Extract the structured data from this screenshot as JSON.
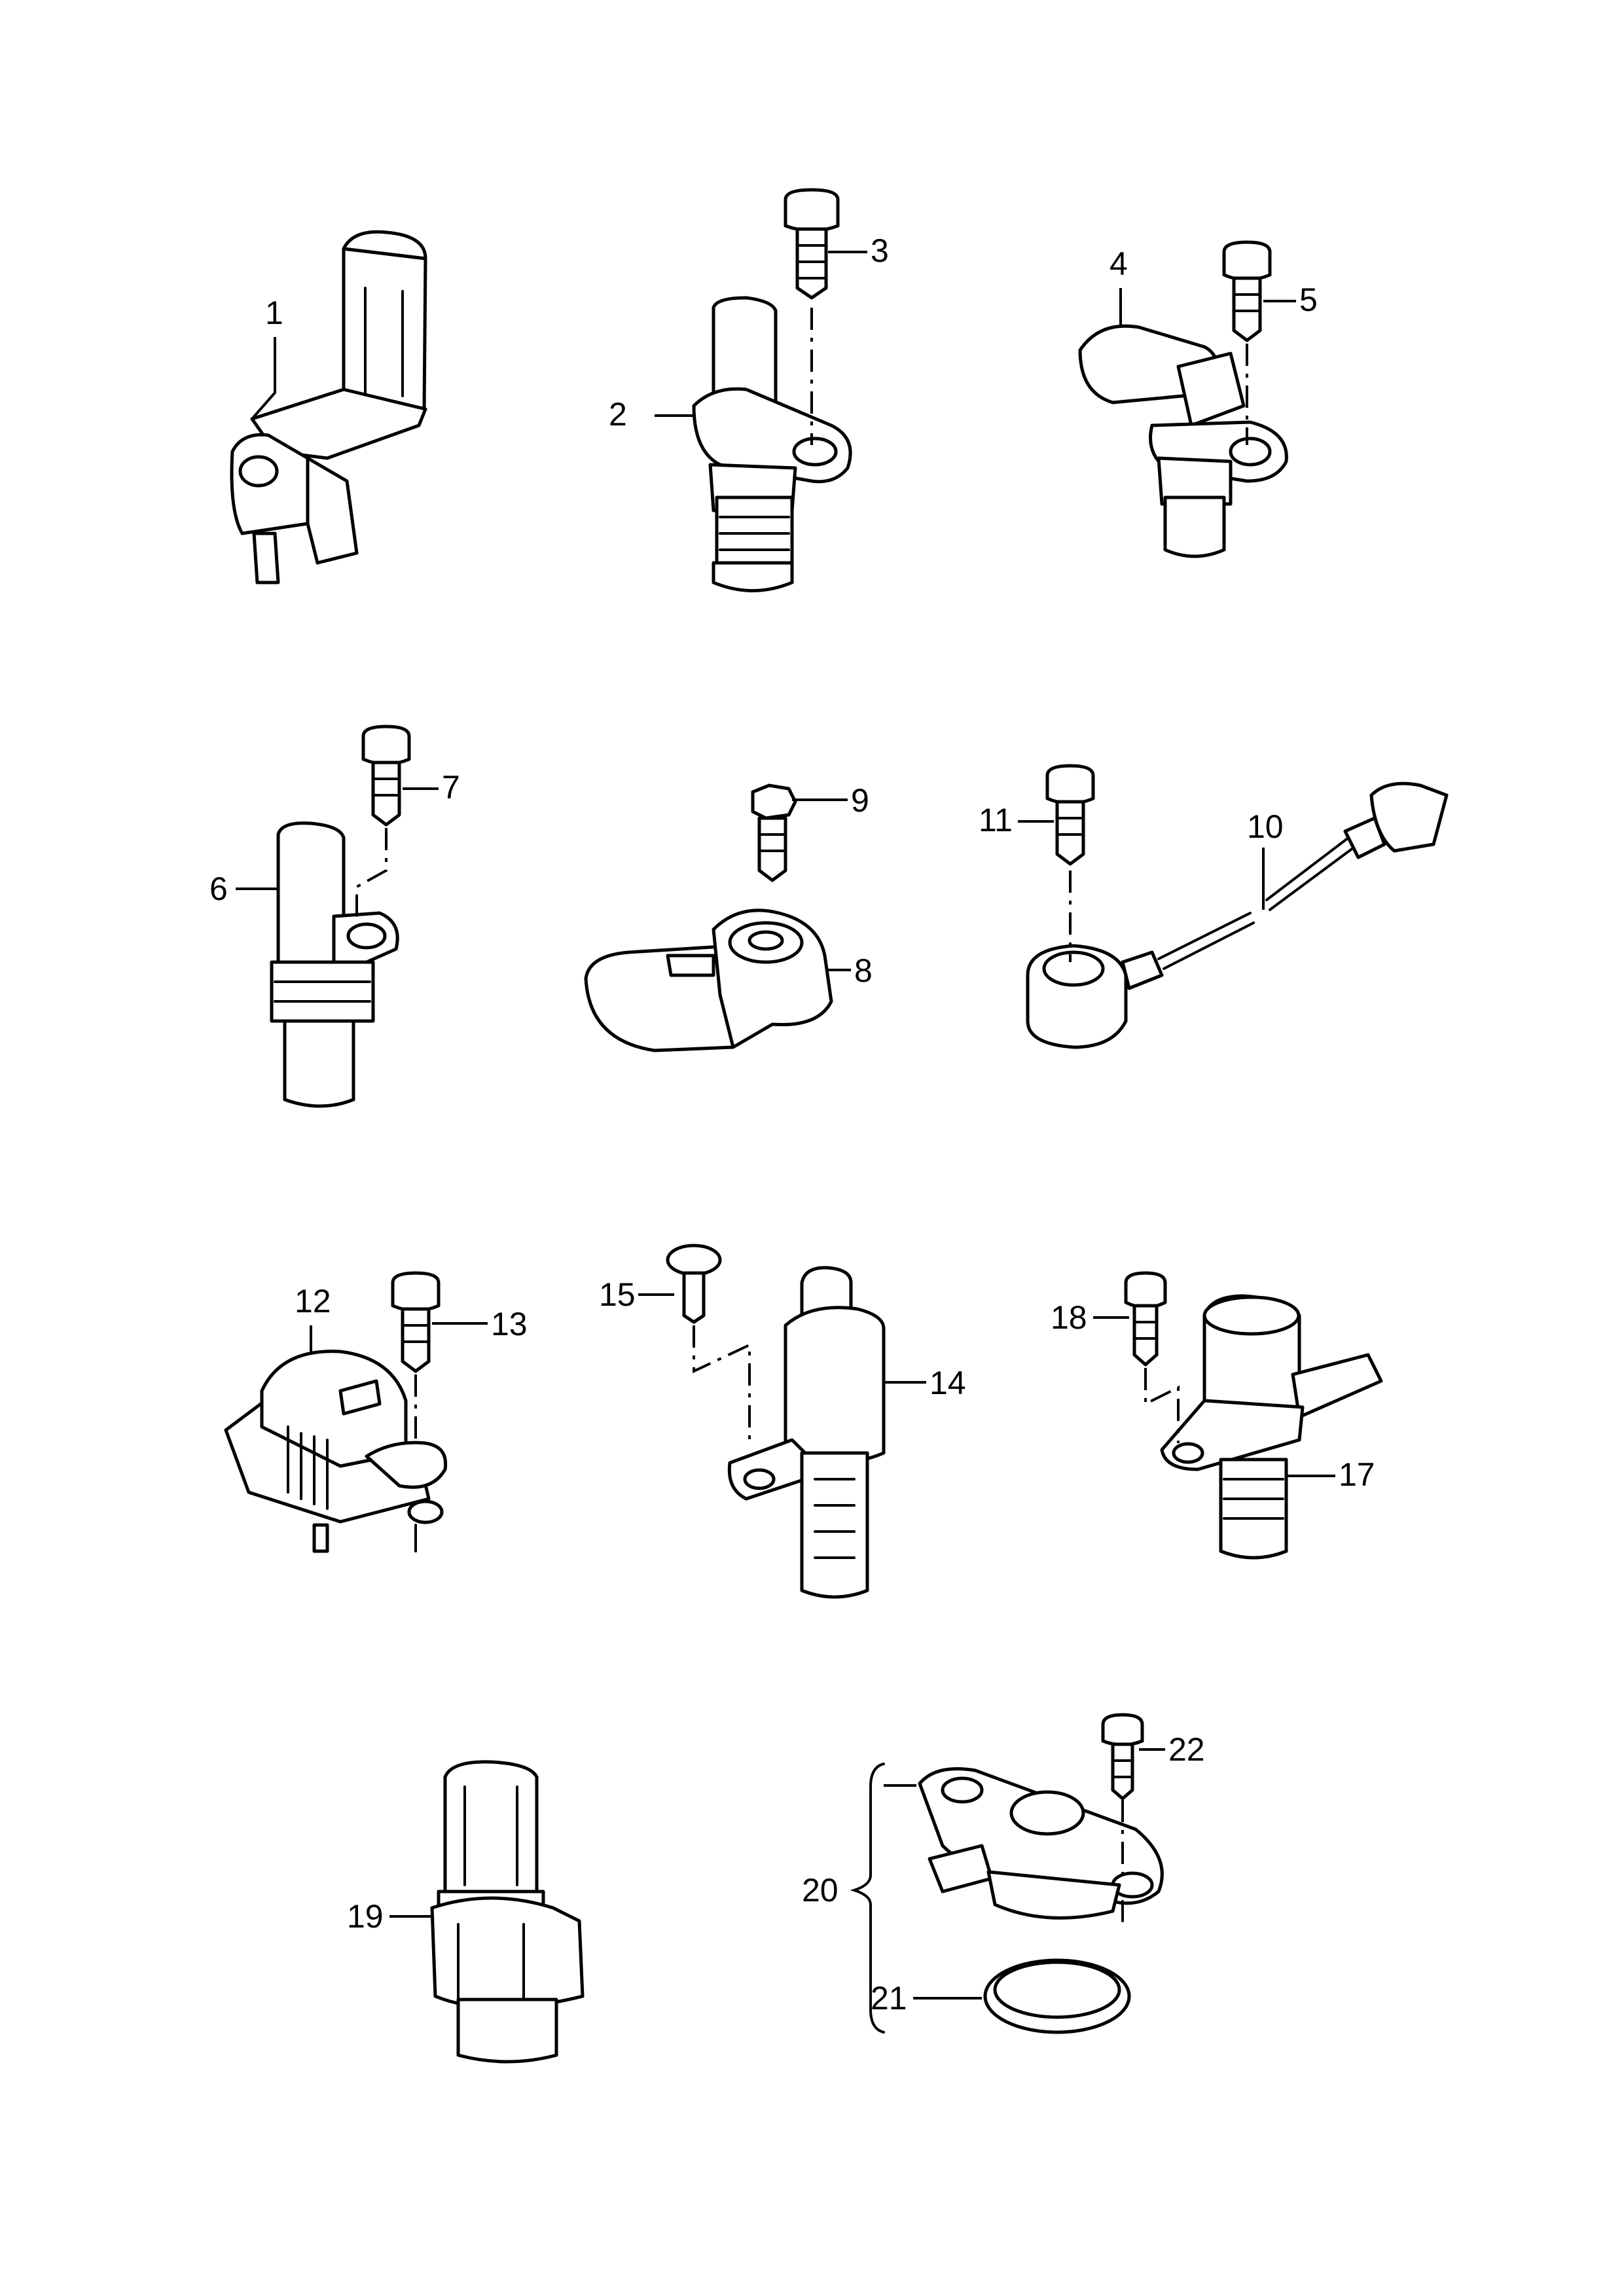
{
  "callouts": {
    "c1": "1",
    "c2": "2",
    "c3": "3",
    "c4": "4",
    "c5": "5",
    "c6": "6",
    "c7": "7",
    "c8": "8",
    "c9": "9",
    "c10": "10",
    "c11": "11",
    "c12": "12",
    "c13": "13",
    "c14": "14",
    "c15": "15",
    "c17": "17",
    "c18": "18",
    "c19": "19",
    "c20": "20",
    "c21": "21",
    "c22": "22"
  }
}
